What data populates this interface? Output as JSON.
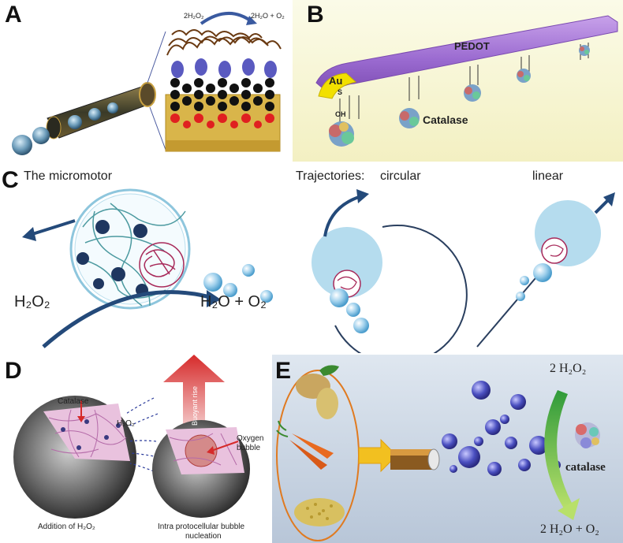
{
  "panels": {
    "a": {
      "label": "A",
      "reaction_left": "2H₂O₂",
      "reaction_right": "2H₂O + O₂"
    },
    "b": {
      "label": "B",
      "pedot": "PEDOT",
      "au": "Au",
      "thiol": "S",
      "oh": "OH",
      "catalase": "Catalase"
    },
    "c": {
      "label": "C",
      "micromotor_title": "The micromotor",
      "trajectories": "Trajectories:",
      "circular": "circular",
      "linear": "linear",
      "h2o2": "H₂O₂",
      "products": "H₂O + O₂"
    },
    "d": {
      "label": "D",
      "catalase": "Catalase",
      "h2o2": "H₂O₂",
      "buoyant": "Buoyant rise",
      "oxygen": "Oxygen",
      "bubble": "bubble",
      "addition": "Addition of H₂O₂",
      "intra_line1": "Intra protocellular bubble",
      "intra_line2": "nucleation"
    },
    "e": {
      "label": "E",
      "top": "2 H₂O₂",
      "catalase": "catalase",
      "bottom": "2 H₂O + O₂"
    }
  },
  "colors": {
    "pedot": "#9a6ad0",
    "gold": "#f2e000",
    "bubble": "#8fc6e6",
    "arrow_red": "#d62a2a",
    "motor_circle": "#a8d4ea",
    "bubble_blue": "#4a4fc0"
  }
}
